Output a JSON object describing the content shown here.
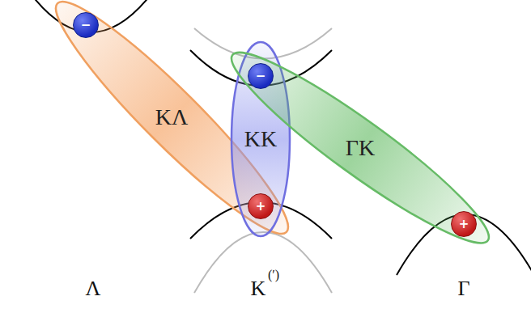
{
  "diagram": {
    "nodes": [
      {
        "text": [
          "KΛ"
        ]
      },
      {
        "text": [
          "KK"
        ]
      },
      {
        "text": [
          "ΓK"
        ]
      },
      {
        "text": [
          "−"
        ]
      },
      {
        "text": [
          "−"
        ]
      },
      {
        "text": [
          "+"
        ]
      },
      {
        "text": [
          "+"
        ]
      }
    ],
    "labels": [
      "Λ",
      "K",
      "(′)",
      "Γ"
    ]
  }
}
